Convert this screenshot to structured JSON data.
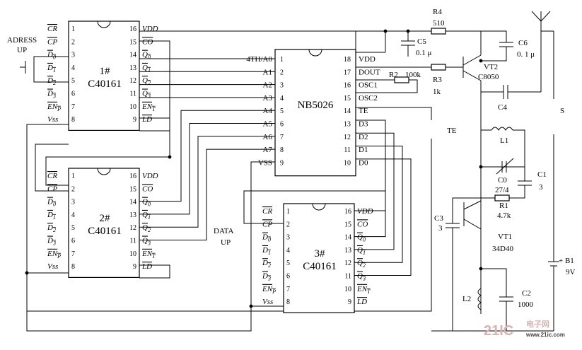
{
  "ics": {
    "u1": {
      "name": "1#",
      "part": "C40161",
      "left_pins": [
        {
          "num": "1",
          "label": "CR"
        },
        {
          "num": "2",
          "label": "CP"
        },
        {
          "num": "3",
          "label": "D0"
        },
        {
          "num": "4",
          "label": "D1"
        },
        {
          "num": "5",
          "label": "D2"
        },
        {
          "num": "6",
          "label": "D3"
        },
        {
          "num": "7",
          "label": "ENP"
        },
        {
          "num": "8",
          "label": "Vss"
        }
      ],
      "right_pins": [
        {
          "num": "16",
          "label": "VDD"
        },
        {
          "num": "15",
          "label": "CO"
        },
        {
          "num": "14",
          "label": "Q0"
        },
        {
          "num": "13",
          "label": "Q1"
        },
        {
          "num": "12",
          "label": "Q2"
        },
        {
          "num": "11",
          "label": "Q3"
        },
        {
          "num": "10",
          "label": "ENT"
        },
        {
          "num": "9",
          "label": "LD"
        }
      ]
    },
    "u2": {
      "name": "2#",
      "part": "C40161",
      "left_pins": [
        {
          "num": "1",
          "label": "CR"
        },
        {
          "num": "2",
          "label": "CP"
        },
        {
          "num": "3",
          "label": "D0"
        },
        {
          "num": "4",
          "label": "D1"
        },
        {
          "num": "5",
          "label": "D2"
        },
        {
          "num": "6",
          "label": "D3"
        },
        {
          "num": "7",
          "label": "ENP"
        },
        {
          "num": "8",
          "label": "Vss"
        }
      ],
      "right_pins": [
        {
          "num": "16",
          "label": "VDD"
        },
        {
          "num": "15",
          "label": "CO"
        },
        {
          "num": "14",
          "label": "Q0"
        },
        {
          "num": "13",
          "label": "Q1"
        },
        {
          "num": "12",
          "label": "Q2"
        },
        {
          "num": "11",
          "label": "Q3"
        },
        {
          "num": "10",
          "label": "ENT"
        },
        {
          "num": "9",
          "label": "LD"
        }
      ]
    },
    "u3": {
      "name": "3#",
      "part": "C40161",
      "left_pins": [
        {
          "num": "1",
          "label": "CR"
        },
        {
          "num": "2",
          "label": "CP"
        },
        {
          "num": "3",
          "label": "D0"
        },
        {
          "num": "4",
          "label": "D1"
        },
        {
          "num": "5",
          "label": "D2"
        },
        {
          "num": "6",
          "label": "D3"
        },
        {
          "num": "7",
          "label": "ENP"
        },
        {
          "num": "8",
          "label": "Vss"
        }
      ],
      "right_pins": [
        {
          "num": "16",
          "label": "VDD"
        },
        {
          "num": "15",
          "label": "CO"
        },
        {
          "num": "14",
          "label": "Q0"
        },
        {
          "num": "13",
          "label": "Q1"
        },
        {
          "num": "12",
          "label": "Q2"
        },
        {
          "num": "11",
          "label": "Q3"
        },
        {
          "num": "10",
          "label": "ENT"
        },
        {
          "num": "9",
          "label": "LD"
        }
      ]
    },
    "enc": {
      "part": "NB5026",
      "left_pins": [
        {
          "num": "1",
          "label": "4TH/A0"
        },
        {
          "num": "2",
          "label": "A1"
        },
        {
          "num": "3",
          "label": "A2"
        },
        {
          "num": "4",
          "label": "A3"
        },
        {
          "num": "5",
          "label": "A4"
        },
        {
          "num": "6",
          "label": "A5"
        },
        {
          "num": "7",
          "label": "A6"
        },
        {
          "num": "8",
          "label": "A7"
        },
        {
          "num": "9",
          "label": "VSS"
        }
      ],
      "right_pins": [
        {
          "num": "18",
          "label": "VDD"
        },
        {
          "num": "17",
          "label": "DOUT"
        },
        {
          "num": "16",
          "label": "OSC1"
        },
        {
          "num": "15",
          "label": "OSC2"
        },
        {
          "num": "14",
          "label": "TE"
        },
        {
          "num": "13",
          "label": "D3"
        },
        {
          "num": "12",
          "label": "D2"
        },
        {
          "num": "11",
          "label": "D1"
        },
        {
          "num": "10",
          "label": "D0"
        }
      ]
    }
  },
  "switches": {
    "adress_up": "ADRESS\nUP",
    "data_up": "DATA\nUP",
    "te": "TE",
    "s": "S"
  },
  "components": {
    "r4": {
      "ref": "R4",
      "value": "510"
    },
    "c5": {
      "ref": "C5",
      "value": "0.1 μ"
    },
    "c6": {
      "ref": "C6",
      "value": "0. 1 μ"
    },
    "r2": {
      "ref": "R2",
      "value": "100k"
    },
    "r3": {
      "ref": "R3",
      "value": "1k"
    },
    "vt2": {
      "ref": "VT2",
      "value": "C8050"
    },
    "c4": {
      "ref": "C4"
    },
    "l1": {
      "ref": "L1"
    },
    "c0": {
      "ref": "C0",
      "value": "27/4"
    },
    "c1": {
      "ref": "C1",
      "value": "3"
    },
    "r1": {
      "ref": "R1",
      "value": "4.7k"
    },
    "c3": {
      "ref": "C3",
      "value": "3"
    },
    "vt1": {
      "ref": "VT1",
      "value": "34D40"
    },
    "b1": {
      "ref": "B1",
      "value": "9V",
      "polarity": "+"
    },
    "l2": {
      "ref": "L2"
    },
    "c2": {
      "ref": "C2",
      "value": "1000"
    }
  },
  "watermark": {
    "main": "21IC",
    "cn": "电子网",
    "url": "www.21ic.com",
    "color": "#d9b3b3"
  }
}
